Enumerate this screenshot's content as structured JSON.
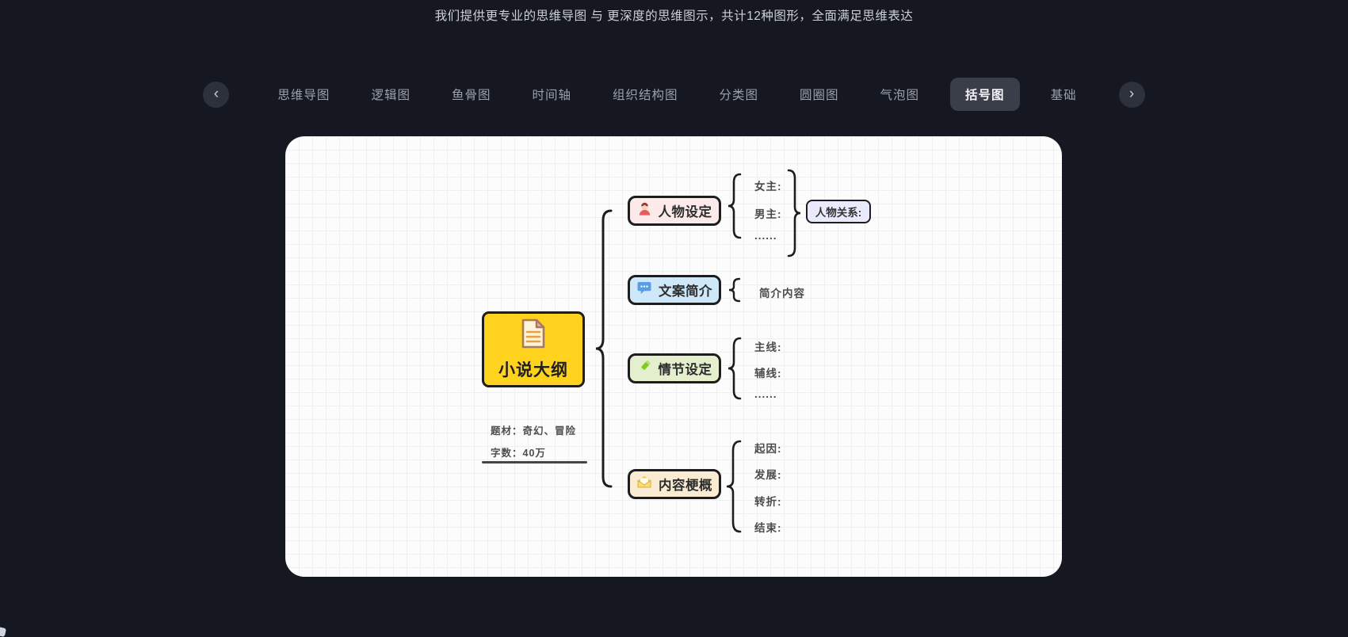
{
  "page": {
    "background_color": "#161821",
    "header_text": "我们提供更专业的思维导图 与 更深度的思维图示，共计12种图形，全面满足思维表达"
  },
  "tabstrip": {
    "prev_icon": "‹",
    "next_icon": "›",
    "active_tab": "括号图",
    "active_bg": "#3a3e49",
    "tabs": [
      {
        "label": "思维导图"
      },
      {
        "label": "逻辑图"
      },
      {
        "label": "鱼骨图"
      },
      {
        "label": "时间轴"
      },
      {
        "label": "组织结构图"
      },
      {
        "label": "分类图"
      },
      {
        "label": "圆圈图"
      },
      {
        "label": "气泡图"
      },
      {
        "label": "括号图"
      },
      {
        "label": "基础"
      }
    ]
  },
  "diagram": {
    "canvas_bg": "#fcfcfd",
    "root": {
      "label": "小说大纲",
      "icon": "document-icon",
      "bg": "#ffd21e"
    },
    "notes": {
      "line1": "题材：奇幻、冒险",
      "line2": "字数：40万"
    },
    "branches": [
      {
        "label": "人物设定",
        "icon": "person-icon",
        "bg": "#fce9e9",
        "items": [
          "女主:",
          "男主:",
          "......"
        ],
        "sub": {
          "label": "人物关系:",
          "bg": "#e9eafc"
        }
      },
      {
        "label": "文案简介",
        "icon": "speech-bubble-icon",
        "bg": "#cfe8f9",
        "items": [
          "简介内容"
        ]
      },
      {
        "label": "情节设定",
        "icon": "pencil-icon",
        "bg": "#e4f0cd",
        "items": [
          "主线:",
          "辅线:",
          "......"
        ]
      },
      {
        "label": "内容梗概",
        "icon": "envelope-icon",
        "bg": "#f9ecd2",
        "items": [
          "起因:",
          "发展:",
          "转折:",
          "结束:"
        ]
      }
    ]
  }
}
